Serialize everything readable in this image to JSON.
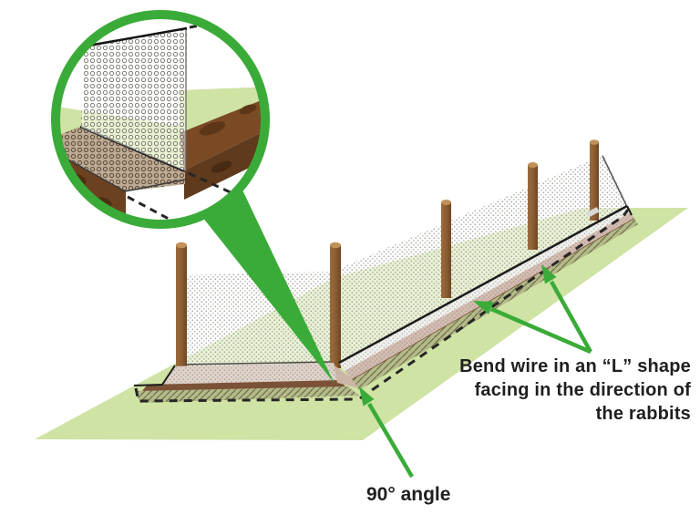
{
  "figure": {
    "labels": {
      "bend_line1": "Bend wire in an “L” shape",
      "bend_line2": "facing in the direction of",
      "bend_line3": "the rabbits",
      "angle": "90° angle"
    },
    "fence": {
      "post_count": 5
    },
    "colors": {
      "accent_green": "#3aab38",
      "grass_green": "#cfe3a4",
      "soil_brown": "#6b4120",
      "post_brown": "#8a5c32",
      "wire_tan": "#c9b3a4",
      "text": "#1f1f1f"
    }
  }
}
